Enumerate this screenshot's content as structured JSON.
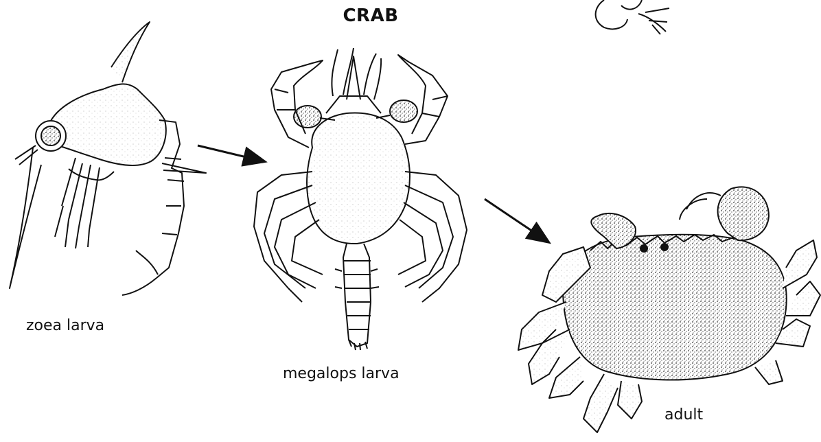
{
  "diagram": {
    "title": "CRAB",
    "stages": [
      {
        "id": "zoea",
        "label": "zoea larva"
      },
      {
        "id": "megalops",
        "label": "megalops larva"
      },
      {
        "id": "adult",
        "label": "adult"
      }
    ],
    "arrows": [
      {
        "from": "zoea",
        "to": "megalops"
      },
      {
        "from": "megalops",
        "to": "adult"
      }
    ],
    "colors": {
      "ink": "#111111",
      "background": "#ffffff",
      "shell_shade": "#8a8a8a"
    }
  }
}
